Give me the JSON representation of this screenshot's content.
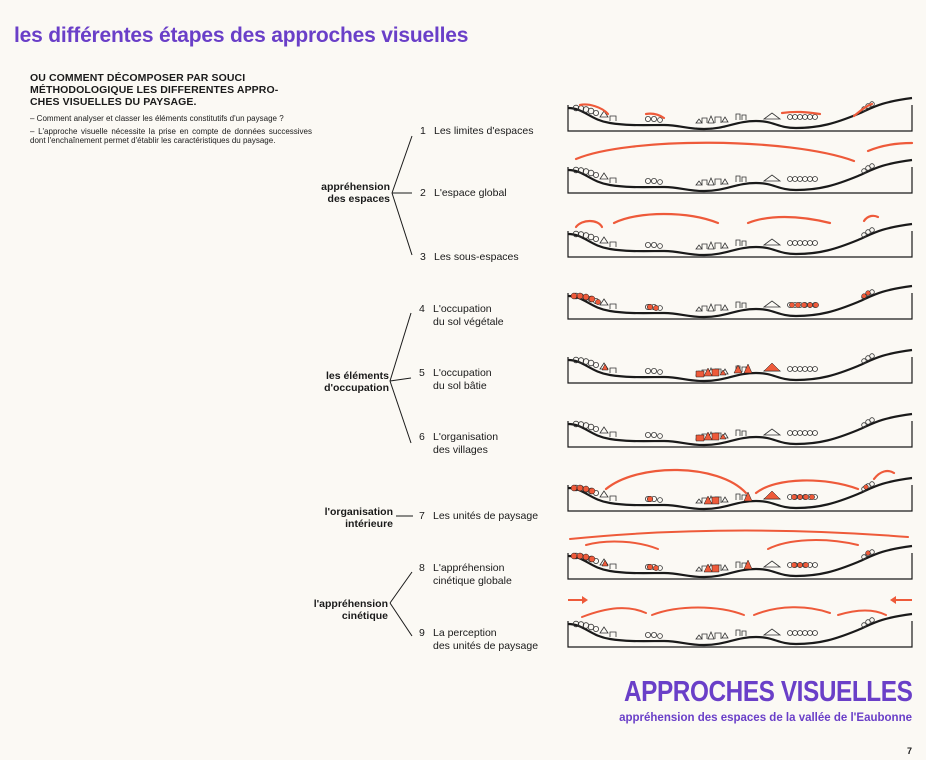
{
  "page": {
    "title": "les différentes étapes des approches visuelles",
    "number": "7"
  },
  "intro": {
    "heading": "OU COMMENT DÉCOMPOSER PAR SOUCI\nMÉTHODOLOGIQUE LES DIFFERENTES APPRO-\nCHES VISUELLES DU PAYSAGE.",
    "p1": "– Comment analyser et classer les éléments constitutifs d'un paysage ?",
    "p2": "– L'approche visuelle nécessite la prise en compte de données successives dont l'enchaînement permet d'établir les caractéristiques du paysage."
  },
  "groups": [
    {
      "label": "appréhension\ndes espaces"
    },
    {
      "label": "les éléments\nd'occupation"
    },
    {
      "label": "l'organisation\nintérieure"
    },
    {
      "label": "l'appréhension\ncinétique"
    }
  ],
  "steps": [
    {
      "num": "1",
      "label": "Les limites d'espaces"
    },
    {
      "num": "2",
      "label": "L'espace global"
    },
    {
      "num": "3",
      "label": "Les sous-espaces"
    },
    {
      "num": "4",
      "label": "L'occupation\ndu sol végétale"
    },
    {
      "num": "5",
      "label": "L'occupation\ndu sol bâtie"
    },
    {
      "num": "6",
      "label": "L'organisation\ndes villages"
    },
    {
      "num": "7",
      "label": "Les unités de paysage"
    },
    {
      "num": "8",
      "label": "L'appréhension\ncinétique globale"
    },
    {
      "num": "9",
      "label": "La perception\ndes unités de paysage"
    }
  ],
  "footer": {
    "title": "APPROCHES VISUELLES",
    "subtitle": "appréhension des espaces de la vallée de l'Eaubonne"
  },
  "colors": {
    "accent": "#6a3fc8",
    "highlight": "#ee5a3a",
    "ink": "#1a1a1a"
  }
}
